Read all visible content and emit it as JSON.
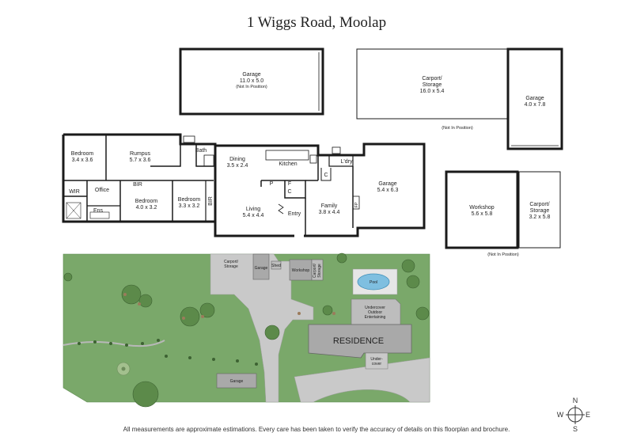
{
  "title": "1 Wiggs Road, Moolap",
  "outbuildings": {
    "garage_top": {
      "name": "Garage",
      "size": "11.0 x 5.0",
      "note": "(Not In Position)"
    },
    "carport_storage_top": {
      "name1": "Carport/",
      "name2": "Storage",
      "size": "16.0 x 5.4"
    },
    "garage_right": {
      "name": "Garage",
      "size": "4.0 x 7.8"
    },
    "not_in_position_1": "(Not In Position)",
    "workshop": {
      "name": "Workshop",
      "size": "5.6 x 5.8"
    },
    "carport_storage_small": {
      "name1": "Carport/",
      "name2": "Storage",
      "size": "3.2 x 5.8"
    },
    "not_in_position_2": "(Not In Position)"
  },
  "residence": {
    "rooms": [
      {
        "name": "Bedroom",
        "size": "3.4 x 3.6"
      },
      {
        "name": "Rumpus",
        "size": "5.7 x 3.6"
      },
      {
        "name": "Bath",
        "size": ""
      },
      {
        "name": "Dining",
        "size": "3.5 x 2.4"
      },
      {
        "name": "Kitchen",
        "size": ""
      },
      {
        "name": "L'dry",
        "size": ""
      },
      {
        "name": "Garage",
        "size": "5.4 x 6.3"
      },
      {
        "name": "WIR",
        "size": ""
      },
      {
        "name": "Office",
        "size": ""
      },
      {
        "name": "BIR",
        "size": ""
      },
      {
        "name": "Bedroom",
        "size": "4.0 x 3.2"
      },
      {
        "name": "Bedroom",
        "size": "3.3 x 3.2"
      },
      {
        "name": "BIR",
        "size": ""
      },
      {
        "name": "Living",
        "size": "5.4 x 4.4"
      },
      {
        "name": "Family",
        "size": "3.8 x 4.4"
      },
      {
        "name": "Ens",
        "size": ""
      },
      {
        "name": "Entry",
        "size": ""
      }
    ],
    "marks": {
      "p": "P",
      "f": "F",
      "c1": "C",
      "c2": "C",
      "fp": "FP"
    }
  },
  "site": {
    "carport_storage": "Carport/\nStorage",
    "carport_line1": "Carport/",
    "carport_line2": "Storage",
    "garage": "Garage",
    "shed": "Shed",
    "workshop": "Workshop",
    "carport2_line1": "Carport/",
    "carport2_line2": "Storage",
    "pool": "Pool",
    "undercover_line1": "Undercover",
    "undercover_line2": "Outdoor",
    "undercover_line3": "Entertaining",
    "residence": "RESIDENCE",
    "under_line1": "Under-",
    "under_line2": "cover",
    "garage_bottom": "Garage"
  },
  "compass": {
    "n": "N",
    "s": "S",
    "e": "E",
    "w": "W"
  },
  "disclaimer": "All measurements are approximate estimations. Every care has been taken to verify the accuracy of details on this floorplan and brochure.",
  "colors": {
    "wall": "#1a1a1a",
    "lawn": "#7aa86a",
    "driveway": "#c9c9c9",
    "roof": "#a9a9a9",
    "pool": "#7fbfe0"
  }
}
